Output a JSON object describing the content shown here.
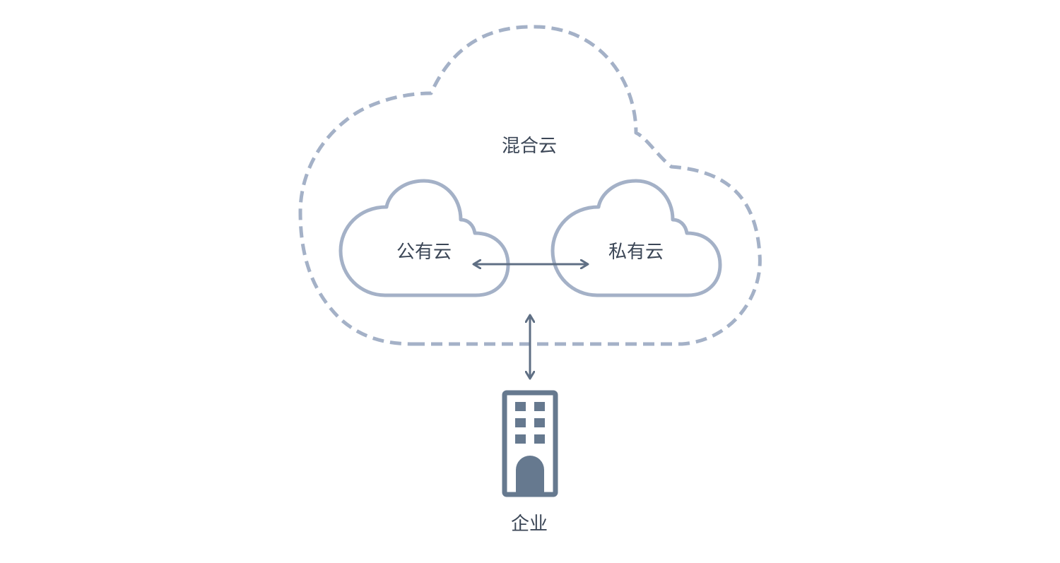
{
  "diagram": {
    "hybrid_cloud_label": "混合云",
    "public_cloud_label": "公有云",
    "private_cloud_label": "私有云",
    "enterprise_label": "企业"
  },
  "colors": {
    "cloud_outline": "#a4b1c7",
    "arrow": "#5f6f84",
    "building": "#66798f",
    "text": "#3b4656",
    "background": "#ffffff"
  },
  "icons": {
    "enterprise": "office-building-icon"
  }
}
